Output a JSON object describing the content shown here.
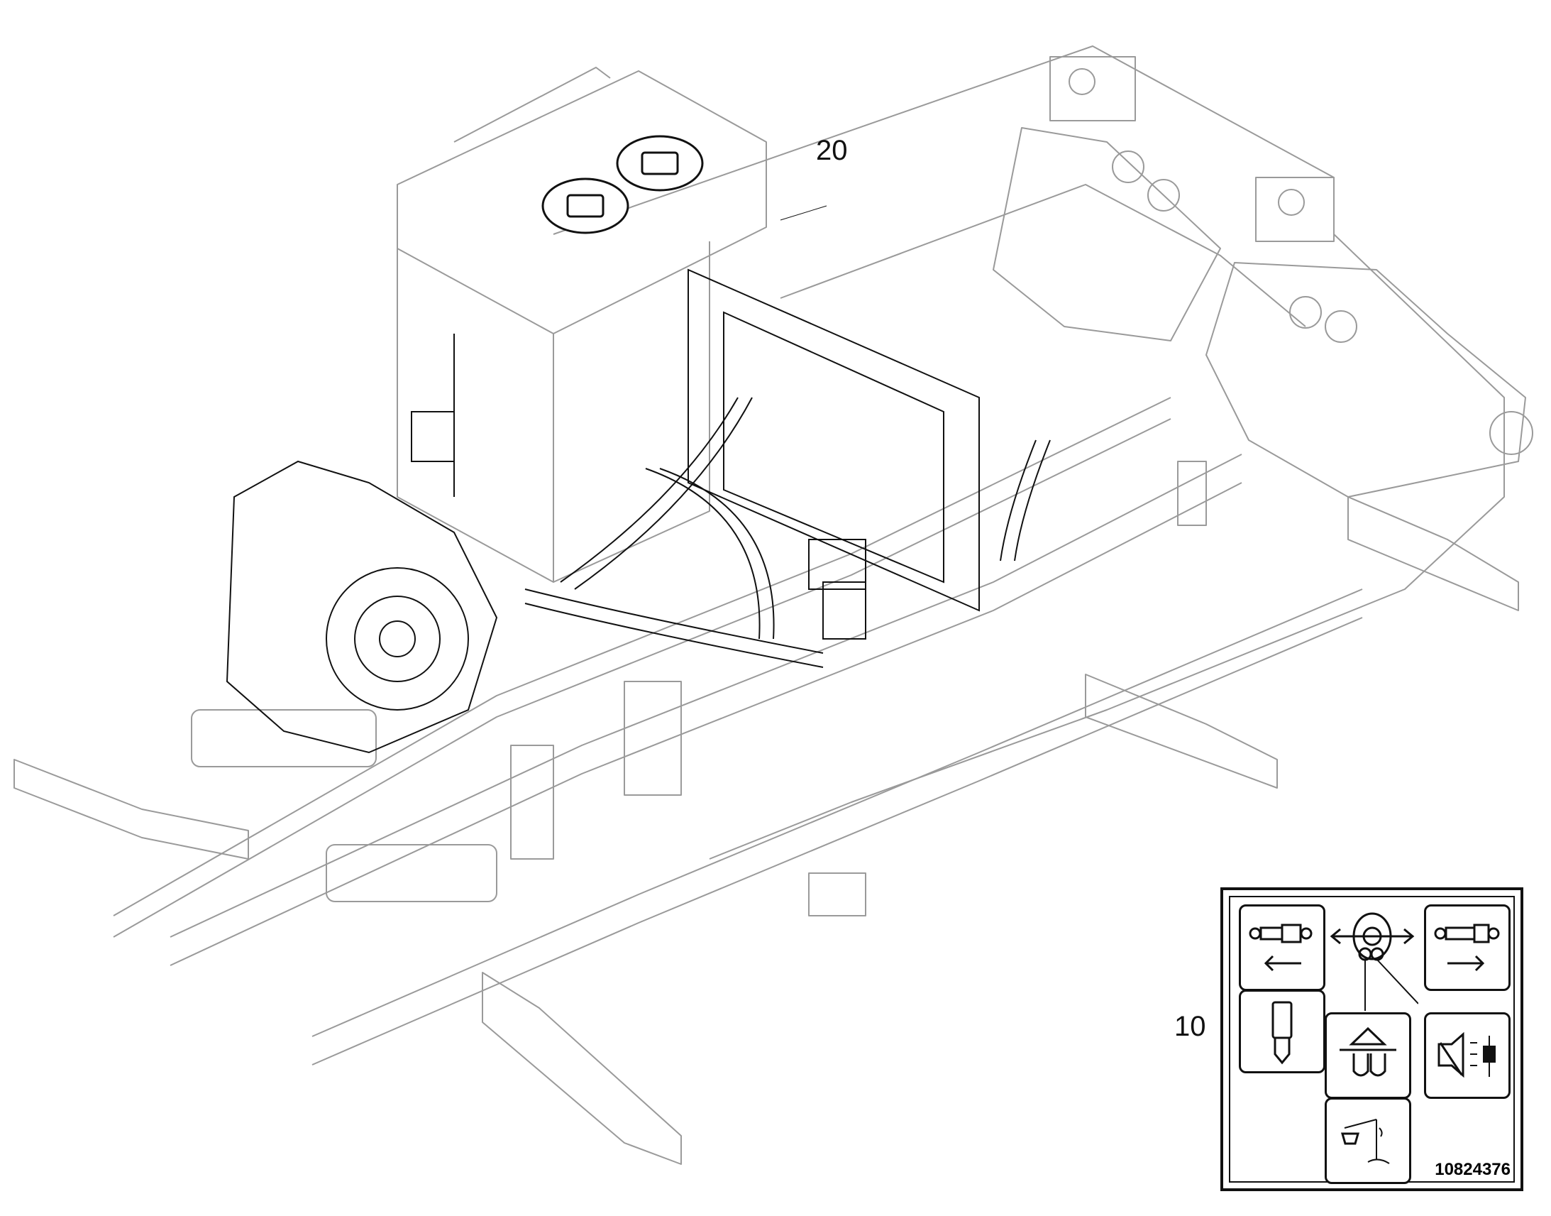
{
  "callouts": {
    "top": "20",
    "decal": "10"
  },
  "decal": {
    "part_number": "10824376",
    "icons": [
      "cylinder-retract-icon",
      "direction-lever-icon",
      "cylinder-extend-icon",
      "pin-icon",
      "lift-hook-icon",
      "horn-adjust-icon",
      "dipper-icon"
    ]
  },
  "colors": {
    "line": "#111111",
    "frame": "#9a9a9a",
    "background": "#ffffff"
  }
}
